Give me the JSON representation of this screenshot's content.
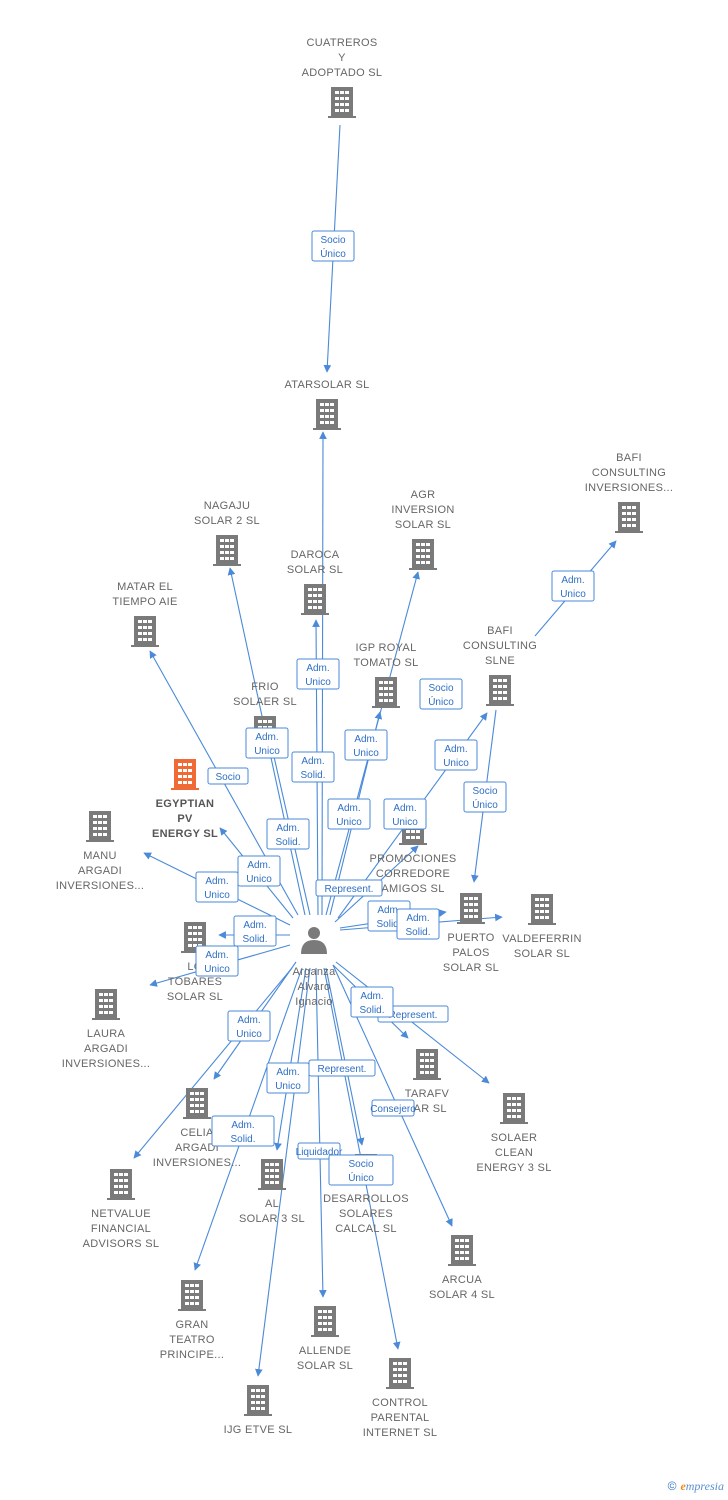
{
  "central_person": {
    "lines": [
      "Arganza",
      "Alvaro",
      "Ignacio"
    ]
  },
  "nodes": [
    {
      "id": "cuatreros",
      "lines": [
        "CUATREROS",
        "Y",
        "ADOPTADO  SL"
      ],
      "highlight": false
    },
    {
      "id": "atarsolar",
      "lines": [
        "ATARSOLAR SL"
      ],
      "highlight": false
    },
    {
      "id": "bafi-inversiones",
      "lines": [
        "BAFI",
        "CONSULTING",
        "INVERSIONES..."
      ],
      "highlight": false
    },
    {
      "id": "nagaju",
      "lines": [
        "NAGAJU",
        "SOLAR 2 SL"
      ],
      "highlight": false
    },
    {
      "id": "agr",
      "lines": [
        "AGR",
        "INVERSION",
        "SOLAR SL"
      ],
      "highlight": false
    },
    {
      "id": "daroca",
      "lines": [
        "DAROCA",
        "SOLAR SL"
      ],
      "highlight": false
    },
    {
      "id": "matar",
      "lines": [
        "MATAR EL",
        "TIEMPO  AIE"
      ],
      "highlight": false
    },
    {
      "id": "igp",
      "lines": [
        "IGP ROYAL",
        "TOMATO  SL"
      ],
      "highlight": false
    },
    {
      "id": "bafi-slne",
      "lines": [
        "BAFI",
        "CONSULTING",
        "SLNE"
      ],
      "highlight": false
    },
    {
      "id": "frio",
      "lines": [
        "FRIO",
        "SOLAER  SL"
      ],
      "highlight": false
    },
    {
      "id": "egyptian",
      "lines": [
        "EGYPTIAN",
        "PV",
        "ENERGY  SL"
      ],
      "highlight": true
    },
    {
      "id": "manu",
      "lines": [
        "MANU",
        "ARGADI",
        "INVERSIONES..."
      ],
      "highlight": false
    },
    {
      "id": "promociones",
      "lines": [
        "PROMOCIONES",
        "CORREDORE",
        "AMIGOS  SL"
      ],
      "highlight": false
    },
    {
      "id": "puerto",
      "lines": [
        "PUERTO",
        "PALOS",
        "SOLAR SL"
      ],
      "highlight": false
    },
    {
      "id": "valdeferrin",
      "lines": [
        "VALDEFERRIN",
        "SOLAR SL"
      ],
      "highlight": false
    },
    {
      "id": "tobares",
      "lines": [
        "LO",
        "TOBARES",
        "SOLAR SL"
      ],
      "highlight": false
    },
    {
      "id": "laura",
      "lines": [
        "LAURA",
        "ARGADI",
        "INVERSIONES..."
      ],
      "highlight": false
    },
    {
      "id": "tarafv",
      "lines": [
        "TARAFV",
        "LAR SL"
      ],
      "highlight": false
    },
    {
      "id": "solaer-clean",
      "lines": [
        "SOLAER",
        "CLEAN",
        "ENERGY 3  SL"
      ],
      "highlight": false
    },
    {
      "id": "celia",
      "lines": [
        "CELIA",
        "ARGADI",
        "INVERSIONES..."
      ],
      "highlight": false
    },
    {
      "id": "netvalue",
      "lines": [
        "NETVALUE",
        "FINANCIAL",
        "ADVISORS  SL"
      ],
      "highlight": false
    },
    {
      "id": "al-solar3",
      "lines": [
        "AL",
        "SOLAR 3 SL"
      ],
      "highlight": false
    },
    {
      "id": "desarrollos",
      "lines": [
        "DESARROLLOS",
        "SOLARES",
        "CALCAL SL"
      ],
      "highlight": false
    },
    {
      "id": "arcua",
      "lines": [
        "ARCUA",
        "SOLAR 4 SL"
      ],
      "highlight": false
    },
    {
      "id": "gran-teatro",
      "lines": [
        "GRAN",
        "TEATRO",
        "PRINCIPE..."
      ],
      "highlight": false
    },
    {
      "id": "allende",
      "lines": [
        "ALLENDE",
        "SOLAR SL"
      ],
      "highlight": false
    },
    {
      "id": "control",
      "lines": [
        "CONTROL",
        "PARENTAL",
        "INTERNET  SL"
      ],
      "highlight": false
    },
    {
      "id": "ijg",
      "lines": [
        "IJG ETVE SL"
      ],
      "highlight": false
    }
  ],
  "edge_labels": [
    {
      "lines": [
        "Socio",
        "Único"
      ]
    },
    {
      "lines": [
        "Adm.",
        "Unico"
      ]
    },
    {
      "lines": [
        "Adm.",
        "Unico"
      ]
    },
    {
      "lines": [
        "Socio",
        "Único"
      ]
    },
    {
      "lines": [
        "Adm.",
        "Unico"
      ]
    },
    {
      "lines": [
        "Adm.",
        "Unico"
      ]
    },
    {
      "lines": [
        "Adm.",
        "Solid."
      ]
    },
    {
      "lines": [
        "Socio"
      ]
    },
    {
      "lines": [
        "Adm.",
        "Unico"
      ]
    },
    {
      "lines": [
        "Socio",
        "Único"
      ]
    },
    {
      "lines": [
        "Adm.",
        "Solid."
      ]
    },
    {
      "lines": [
        "Adm.",
        "Unico"
      ]
    },
    {
      "lines": [
        "Adm.",
        "Unico"
      ]
    },
    {
      "lines": [
        "Adm.",
        "Unico"
      ]
    },
    {
      "lines": [
        "Represent."
      ]
    },
    {
      "lines": [
        "Adm.",
        "Solid."
      ]
    },
    {
      "lines": [
        "Adm.",
        "Solid."
      ]
    },
    {
      "lines": [
        "Adm.",
        "Unico"
      ]
    },
    {
      "lines": [
        "Adm.",
        "Solid."
      ]
    },
    {
      "lines": [
        "Represent."
      ]
    },
    {
      "lines": [
        "Adm.",
        "Unico"
      ]
    },
    {
      "lines": [
        "Adm.",
        "Solid."
      ]
    },
    {
      "lines": [
        "Adm.",
        "Unico"
      ]
    },
    {
      "lines": [
        "Represent."
      ]
    },
    {
      "lines": [
        "Adm.",
        "Unico"
      ]
    },
    {
      "lines": [
        "Consejero"
      ]
    },
    {
      "lines": [
        "Adm.",
        "Solid."
      ]
    },
    {
      "lines": [
        "Liquidador"
      ]
    },
    {
      "lines": [
        "Socio",
        "Único"
      ]
    }
  ],
  "colors": {
    "edge": "#4a8ad8",
    "building": "#7a7a7a",
    "highlight": "#f06a35",
    "person": "#7a7a7a"
  },
  "footer": {
    "copyright": "©",
    "brand": "mpresia",
    "brand_initial": "e"
  }
}
